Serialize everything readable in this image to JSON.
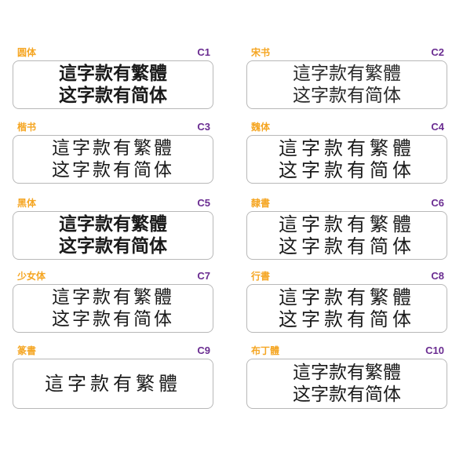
{
  "samples": [
    {
      "font_name": "圆体",
      "code": "C1",
      "line1": "這字款有繁體",
      "line2": "这字款有简体"
    },
    {
      "font_name": "宋书",
      "code": "C2",
      "line1": "這字款有繁體",
      "line2": "这字款有简体"
    },
    {
      "font_name": "楷书",
      "code": "C3",
      "line1": "這字款有繁體",
      "line2": "这字款有简体"
    },
    {
      "font_name": "魏体",
      "code": "C4",
      "line1": "這字款有繁體",
      "line2": "这字款有简体"
    },
    {
      "font_name": "黑体",
      "code": "C5",
      "line1": "這字款有繁體",
      "line2": "这字款有简体"
    },
    {
      "font_name": "隸書",
      "code": "C6",
      "line1": "這字款有繁體",
      "line2": "这字款有简体"
    },
    {
      "font_name": "少女体",
      "code": "C7",
      "line1": "這字款有繁體",
      "line2": "这字款有简体"
    },
    {
      "font_name": "行書",
      "code": "C8",
      "line1": "這字款有繁體",
      "line2": "这字款有简体"
    },
    {
      "font_name": "篆書",
      "code": "C9",
      "line1": "這字款有繁體"
    },
    {
      "font_name": "布丁體",
      "code": "C10",
      "line1": "這字款有繁體",
      "line2": "这字款有简体"
    }
  ],
  "colors": {
    "font_name": "#f5a623",
    "code": "#6a2c91",
    "border": "#b8b8b8",
    "text": "#1a1a1a"
  }
}
